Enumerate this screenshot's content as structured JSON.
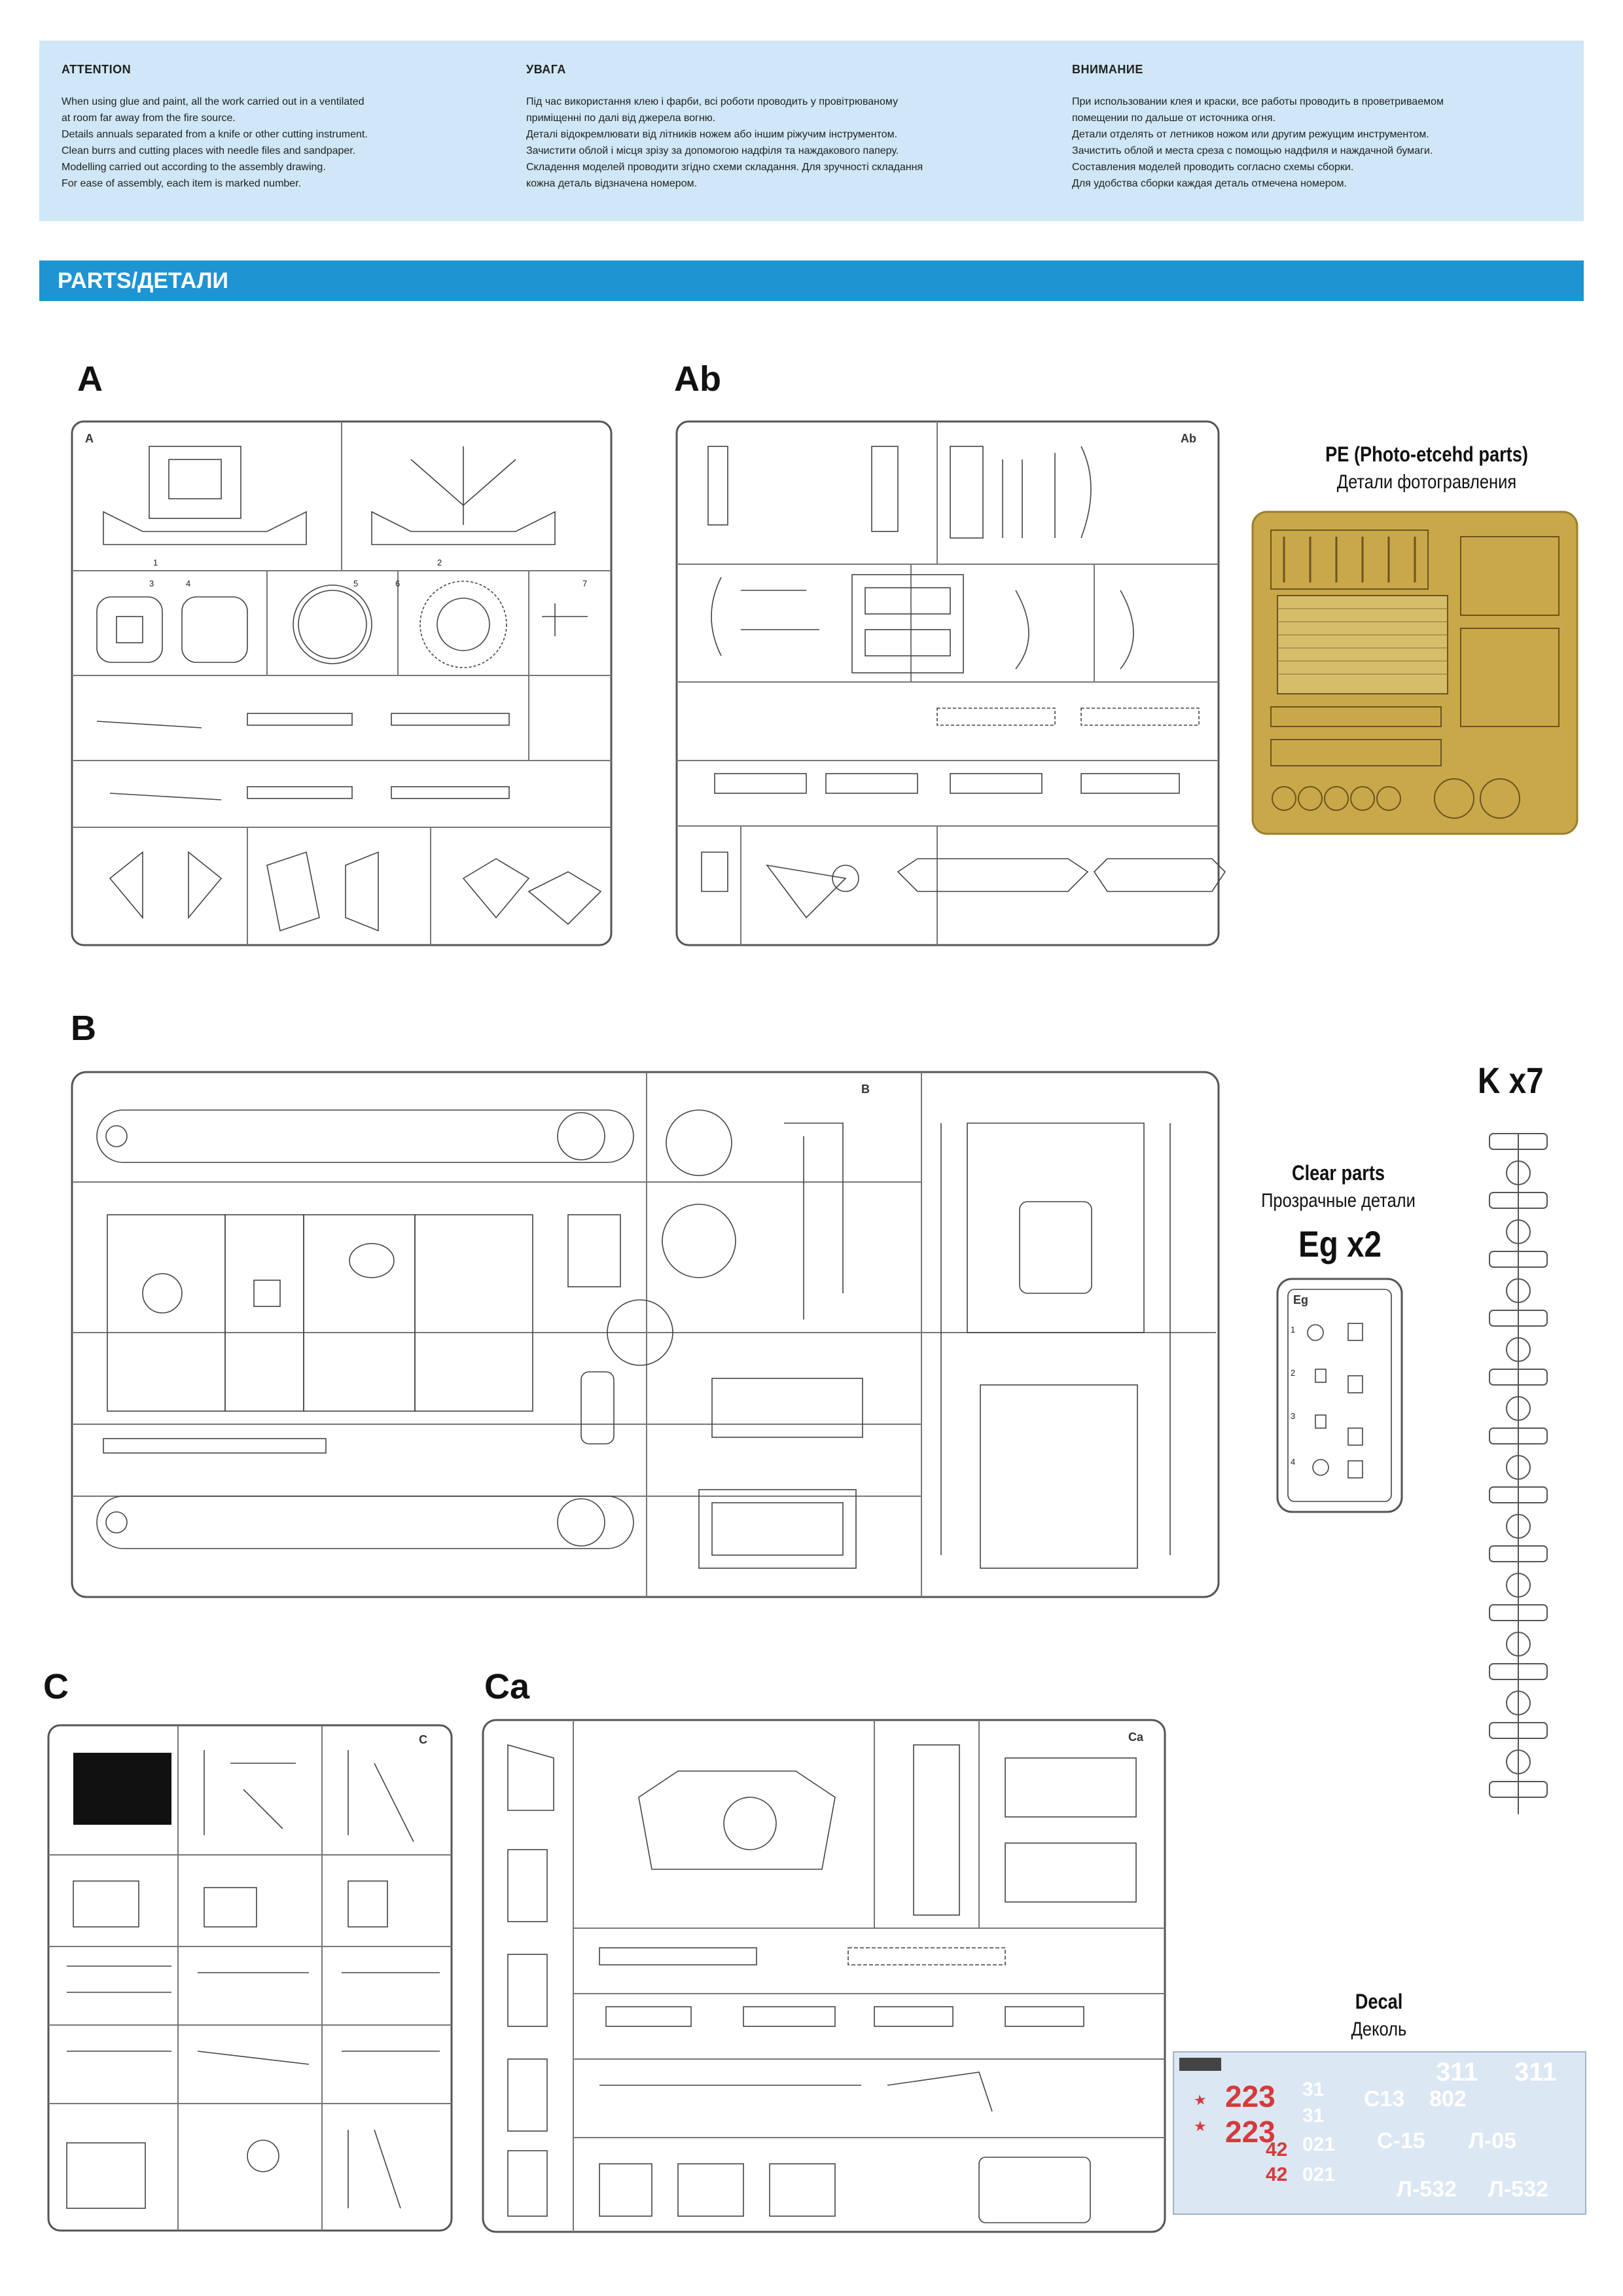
{
  "attention": {
    "en": {
      "heading": "ATTENTION",
      "body": "When using glue and paint, all the work carried out in a ventilated\nat room far away from the fire source.\nDetails annuals separated from a knife or other cutting instrument.\nClean burrs and cutting places with needle files and sandpaper.\nModelling carried out according to the assembly drawing.\nFor ease of assembly, each item is marked number."
    },
    "ua": {
      "heading": "УВАГА",
      "body": "Під час використання клею і фарби, всі роботи проводить у провітрюваному\nприміщенні по далі від джерела вогню.\nДеталі відокремлювати від літників ножем або іншим ріжучим інструментом.\nЗачистити облой і місця зрізу за допомогою надфіля та наждакового паперу.\nСкладення моделей проводити згідно схеми складання. Для зручності складання\nкожна деталь відзначена номером."
    },
    "ru": {
      "heading": "ВНИМАНИЕ",
      "body": "При использовании клея и краски, все работы проводить в проветриваемом\nпомещении по дальше от источника огня.\nДетали отделять от летников ножом или другим режущим инструментом.\nЗачистить облой и места среза с помощью надфиля и наждачной бумаги.\nСоставления моделей проводить согласно схемы сборки.\nДля удобства сборки каждая деталь отмечена номером."
    }
  },
  "parts_title": "PARTS/ДЕТАЛИ",
  "sprues": {
    "A": "A",
    "Ab": "Ab",
    "B": "B",
    "C": "C",
    "Ca": "Ca",
    "K": "K x7",
    "Eg": "Eg x2"
  },
  "pe": {
    "title_en": "PE (Photo-etcehd parts)",
    "title_ru": "Детали фотогравления"
  },
  "clear": {
    "title_en": "Clear parts",
    "title_ru": "Прозрачные детали"
  },
  "decal": {
    "title_en": "Decal",
    "title_ru": "Деколь",
    "markings": [
      "223",
      "223",
      "311",
      "311",
      "C13",
      "802",
      "C-15",
      "Л-05",
      "Л-532",
      "Л-532",
      "021",
      "021",
      "42",
      "42",
      "31",
      "31"
    ]
  },
  "colors": {
    "attention_bg": "#cfe7f6",
    "parts_bar": "#1f94d2",
    "pe_gold": "#c9a84a",
    "decal_bg": "#dbe7f3",
    "decal_red": "#d63a3a"
  }
}
